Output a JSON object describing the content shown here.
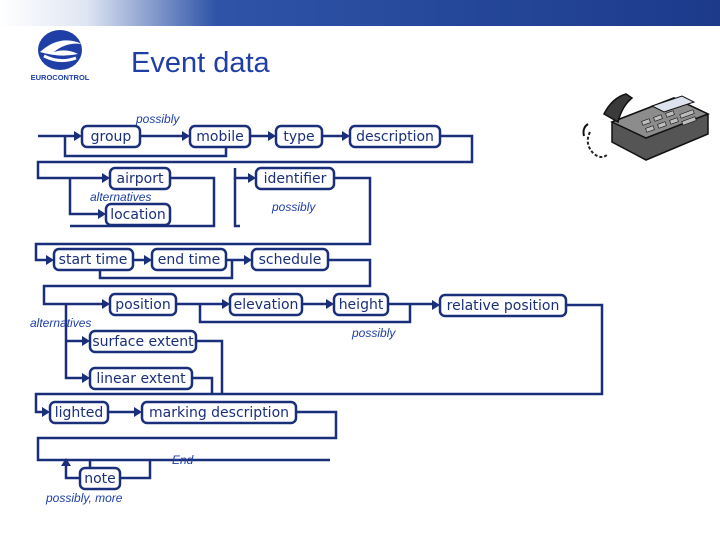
{
  "header": {
    "logo_text": "EUROCONTROL",
    "title": "Event data"
  },
  "diagram": {
    "boxes": {
      "group": "group",
      "mobile": "mobile",
      "type": "type",
      "description": "description",
      "airport": "airport",
      "identifier": "identifier",
      "location": "location",
      "start_time": "start time",
      "end_time": "end time",
      "schedule": "schedule",
      "position": "position",
      "elevation": "elevation",
      "height": "height",
      "relative_position": "relative position",
      "surface_extent": "surface extent",
      "linear_extent": "linear extent",
      "lighted": "lighted",
      "marking_description": "marking description",
      "note": "note"
    },
    "annotations": {
      "possibly_1": "possibly",
      "alternatives_1": "alternatives",
      "possibly_2": "possibly",
      "alternatives_2": "alternatives",
      "possibly_3": "possibly",
      "end": "End",
      "possibly_more": "possibly, more"
    }
  },
  "colors": {
    "accent": "#1f3fa6",
    "line": "#1a2f7a",
    "header_bar": "#1d3a8a"
  },
  "icons": [
    "eurocontrol-logo",
    "telephone-icon"
  ]
}
